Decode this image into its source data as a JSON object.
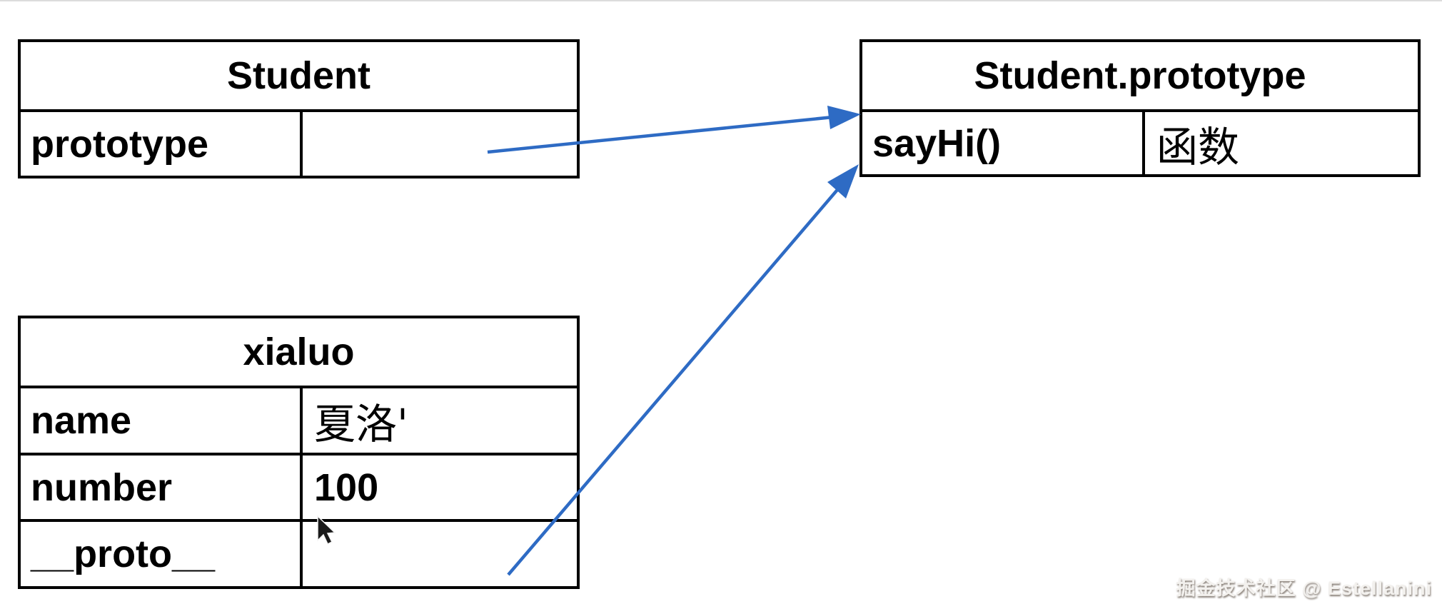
{
  "colors": {
    "arrow": "#2e6bc4",
    "table_border": "#000000",
    "background": "#ffffff",
    "watermark_text": "#f3f1ee"
  },
  "tables": {
    "student": {
      "title": "Student",
      "rows": [
        {
          "key": "prototype",
          "value": ""
        }
      ]
    },
    "student_prototype": {
      "title": "Student.prototype",
      "rows": [
        {
          "key": "sayHi()",
          "value": "函数"
        }
      ]
    },
    "xialuo": {
      "title": "xialuo",
      "rows": [
        {
          "key": "name",
          "value": "夏洛'"
        },
        {
          "key": "number",
          "value": "100"
        },
        {
          "key": "__proto__",
          "value": ""
        }
      ]
    }
  },
  "icons": {
    "cursor": "mouse-pointer-icon",
    "arrow_1": "prototype-reference-arrow",
    "arrow_2": "proto-reference-arrow"
  },
  "watermark": {
    "text": "掘金技术社区 @ Estellanini"
  }
}
